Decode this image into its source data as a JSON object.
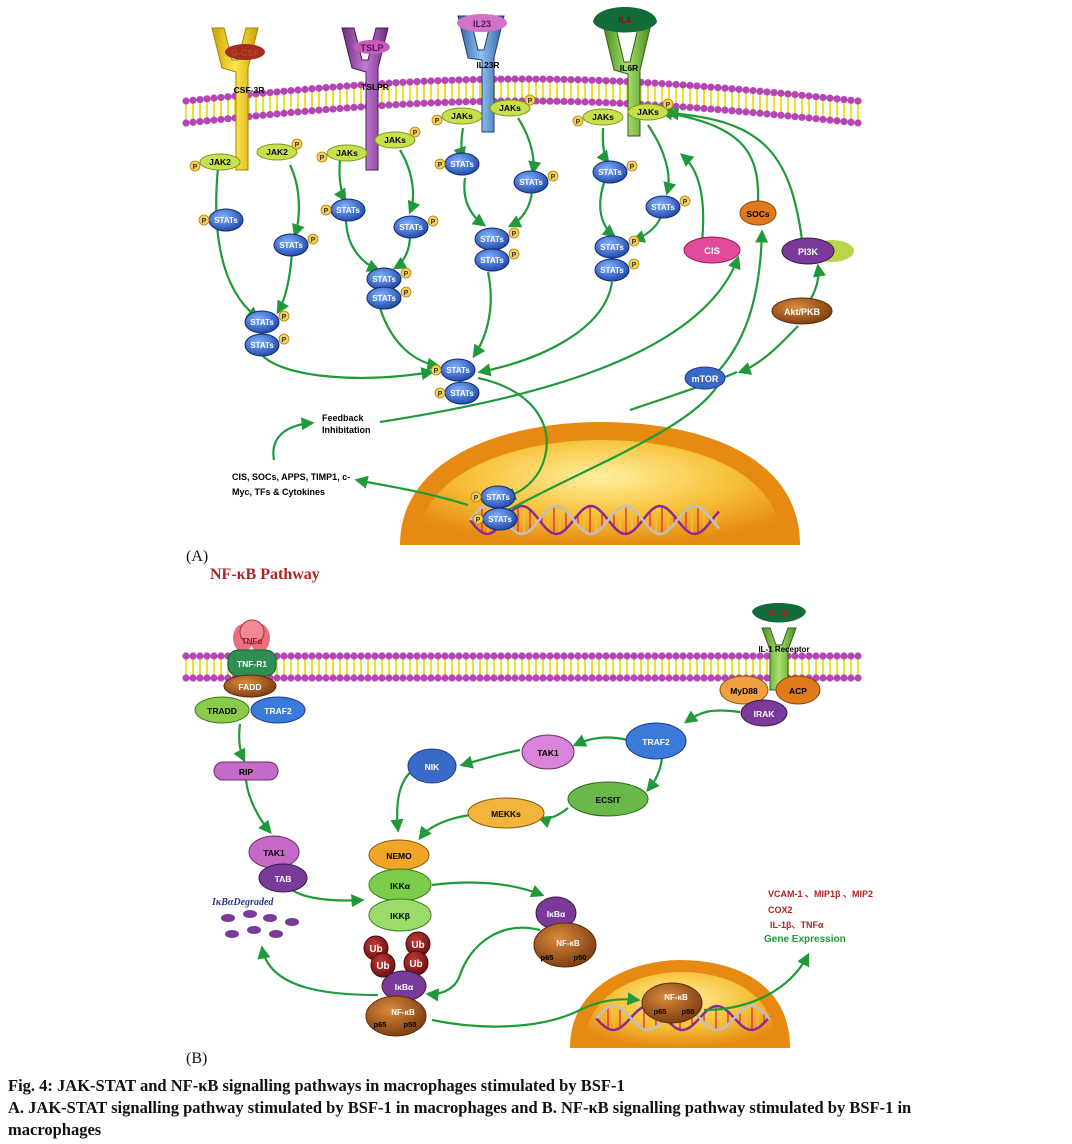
{
  "panelA": {
    "panel_label": "(A)",
    "ligands": [
      "G-CSF",
      "TSLP",
      "IL23",
      "IL6"
    ],
    "receptors": [
      "CSF-3R",
      "TSLPR",
      "IL23R",
      "IL6R"
    ],
    "jak2": "JAK2",
    "jaks": "JAKs",
    "stats": "STATs",
    "p": "P",
    "cis": "CIS",
    "socs": "SOCs",
    "pi3k": "PI3K",
    "akt": "Akt/PKB",
    "mtor": "mTOR",
    "feedback": [
      "Feedback",
      "Inhibitation"
    ],
    "products": [
      "CIS, SOCs, APPS, TIMP1, c-",
      "Myc, TFs & Cytokines"
    ]
  },
  "panelB": {
    "panel_label": "(B)",
    "title": "NF-κB Pathway",
    "tnfa": "TNFα",
    "tnfr1": "TNF-R1",
    "fadd": "FADD",
    "tradd": "TRADD",
    "traf2": "TRAF2",
    "rip": "RIP",
    "tak1": "TAK1",
    "tab": "TAB",
    "il1b": "IL-1β",
    "il1_receptor": "IL-1 Receptor",
    "myd88": "MyD88",
    "acp": "ACP",
    "irak": "IRAK",
    "nik": "NIK",
    "ecsit": "ECSIT",
    "mekks": "MEKKs",
    "nemo": "NEMO",
    "ikka": "IKKα",
    "ikkb": "IKKβ",
    "ikba": "IκBα",
    "nfkb": "NF-κB",
    "p65": "p65",
    "p50": "p50",
    "ub": "Ub",
    "degraded": "IκBαDegraded",
    "genes": [
      "VCAM-1 、MIP1β 、MIP2",
      "COX2",
      "IL-1β、TNFα"
    ],
    "gene_expression": "Gene Expression"
  },
  "caption": {
    "line1": "Fig. 4: JAK-STAT and NF-κB signalling pathways in macrophages stimulated by BSF-1",
    "line2": "A. JAK-STAT signalling pathway stimulated by BSF-1 in macrophages and B. NF-κB signalling pathway stimulated by BSF-1 in",
    "line3": "macrophages"
  },
  "colors": {
    "arrow": "#1f9a3a",
    "membrane_head": "#b545b5",
    "membrane_tail": "#f0e030",
    "stat": "#2f62c4",
    "phospho": "#f4d05a",
    "nucleus": "#f3a21a",
    "caption_title": "#b22222"
  }
}
